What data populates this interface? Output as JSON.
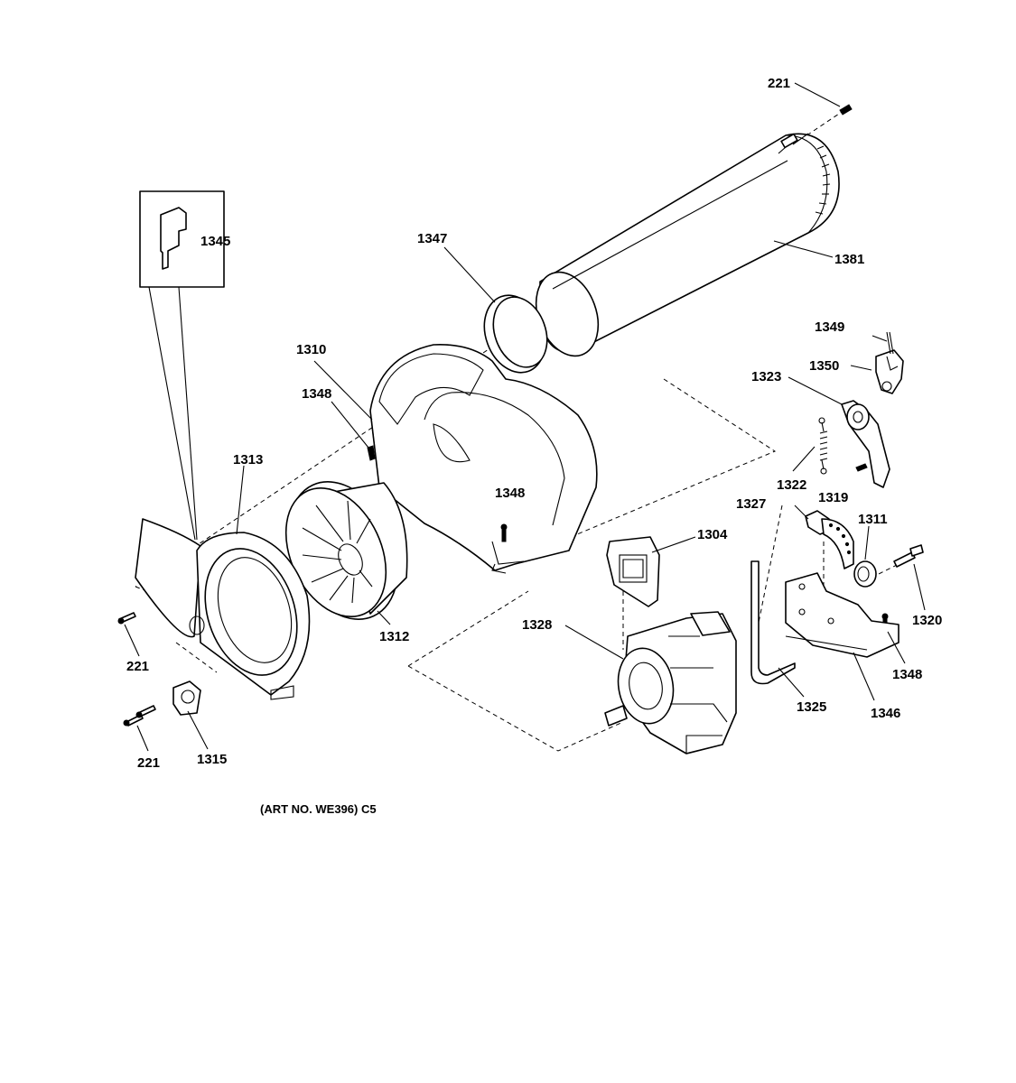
{
  "diagram": {
    "labels": {
      "p221_top": "221",
      "p1381": "1381",
      "p1347": "1347",
      "p1345": "1345",
      "p1310": "1310",
      "p1348_a": "1348",
      "p1348_b": "1348",
      "p1348_c": "1348",
      "p1313": "1313",
      "p1312": "1312",
      "p1349": "1349",
      "p1350": "1350",
      "p1323": "1323",
      "p1322": "1322",
      "p1319": "1319",
      "p1327": "1327",
      "p1311": "1311",
      "p1304": "1304",
      "p1320": "1320",
      "p1328": "1328",
      "p1325": "1325",
      "p1346": "1346",
      "p221_left": "221",
      "p221_bottom": "221",
      "p1315": "1315"
    },
    "caption": "(ART NO. WE396) C5"
  }
}
